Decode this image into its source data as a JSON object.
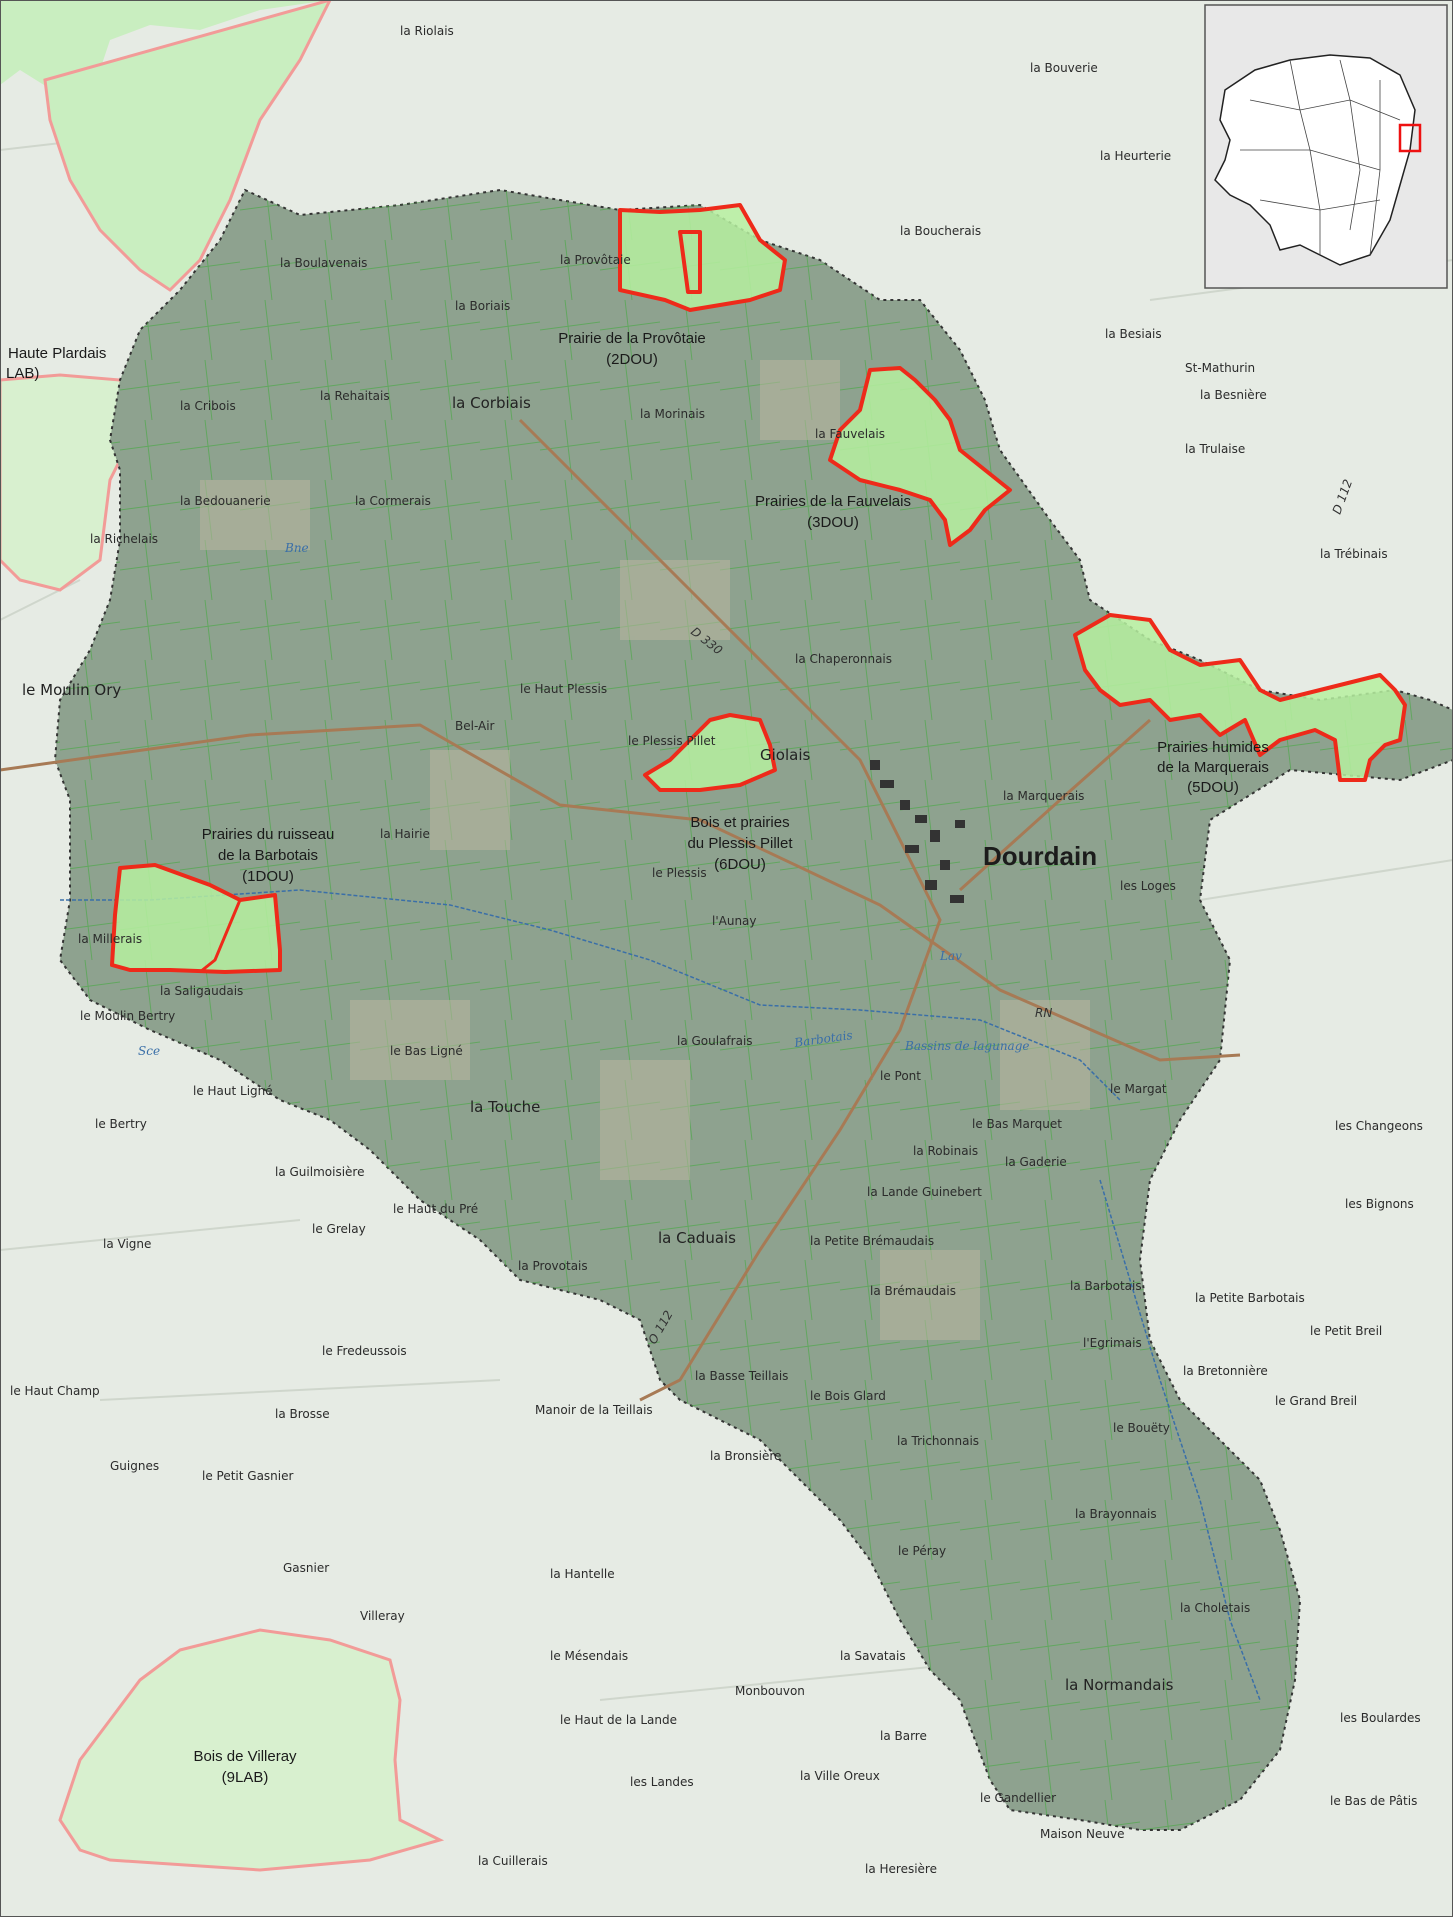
{
  "protected_zones": [
    {
      "id": "2DOU",
      "name": "Prairie de la Provôtaie",
      "code": "(2DOU)"
    },
    {
      "id": "3DOU",
      "name": "Prairies de la Fauvelais",
      "code": "(3DOU)"
    },
    {
      "id": "5DOU",
      "name_line1": "Prairies humides",
      "name_line2": "de la Marquerais",
      "code": "(5DOU)"
    },
    {
      "id": "6DOU",
      "name_line1": "Bois et prairies",
      "name_line2": "du Plessis Pillet",
      "code": "(6DOU)"
    },
    {
      "id": "1DOU",
      "name_line1": "Prairies du ruisseau",
      "name_line2": "de la Barbotais",
      "code": "(1DOU)"
    }
  ],
  "neighbor_zones": [
    {
      "id": "9LAB",
      "name": "Bois de Villeray",
      "code": "(9LAB)"
    },
    {
      "id": "hp",
      "name": "Haute Plardais",
      "code": "LAB)"
    }
  ],
  "town": {
    "name": "Dourdain"
  },
  "places": [
    "la Boulavenais",
    "la Provôtaie",
    "la Boriais",
    "la Cribois",
    "la Rehaitais",
    "la Corbiais",
    "la Morinais",
    "la Fauvelais",
    "la Bedouanerie",
    "la Cormerais",
    "la Richelais",
    "le Moulin Ory",
    "le Haut Plessis",
    "Bel-Air",
    "le Plessis Pillet",
    "Giolais",
    "la Chaperonnais",
    "la Marquerais",
    "la Hairie",
    "le Plessis",
    "l'Aunay",
    "la Millerais",
    "la Saligaudais",
    "le Moulin Bertry",
    "le Bas Ligné",
    "le Haut Ligné",
    "la Touche",
    "la Goulafrais",
    "le Pont",
    "le Margat",
    "le Bas Marquet",
    "la Robinais",
    "la Gaderie",
    "la Lande Guinebert",
    "la Petite Brémaudais",
    "la Caduais",
    "le Haut du Pré",
    "la Guilmoisière",
    "la Provotais",
    "la Brémaudais",
    "la Barbotais",
    "l'Egrimais",
    "la Basse Teillais",
    "le Bois Glard",
    "la Trichonnais",
    "le Bouëty",
    "la Bronsière",
    "la Brayonnais",
    "le Péray",
    "la Choletais",
    "la Normandais",
    "les Loges",
    "la Heurterie",
    "la Boucherais",
    "la Besiais",
    "St-Mathurin",
    "la Besnière",
    "la Trulaise",
    "la Trébinais",
    "la Bouverie",
    "la Riolais",
    "les Changeons",
    "les Bignons",
    "le Grelay",
    "le Fredeussois",
    "la Brosse",
    "Gasnier",
    "Villeray",
    "la Hantelle",
    "le Mésendais",
    "Monbouvon",
    "le Haut de la Lande",
    "la Barre",
    "la Savatais",
    "les Landes",
    "la Ville Oreux",
    "le Gandellier",
    "Maison Neuve",
    "la Heresière",
    "la Cuillerais",
    "les Boulardes",
    "le Bas de Pâtis",
    "Manoir de la Teillais",
    "le Haut Champ",
    "le Petit Gasnier",
    "Guignes",
    "la Vigne",
    "le Bertry",
    "Bassins de lagunage",
    "le Petit Breil",
    "le Grand Breil",
    "la Petite Barbotais",
    "la Bretonnière"
  ],
  "rivers": [
    "Barbotais",
    "Bne",
    "Sce",
    "Lav"
  ],
  "roads": [
    "D 330",
    "D 112",
    "O 112",
    "RN"
  ],
  "colors": {
    "zone_fill": "#b6f0a0",
    "zone_border": "#ee2a1a",
    "neighbor_border": "#f29b98",
    "commune_fill": "#8ea28f",
    "outside": "#e6ebe4"
  }
}
